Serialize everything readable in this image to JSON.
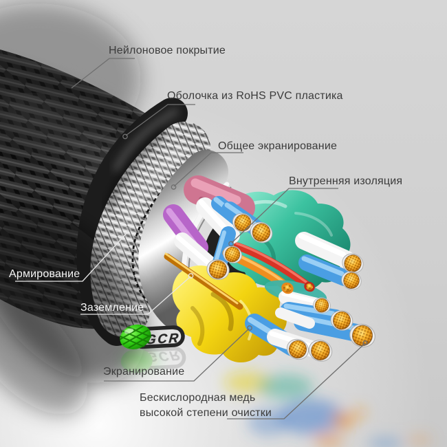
{
  "callouts": [
    {
      "id": "nylon-coating",
      "label": "Нейлоновое покрытие"
    },
    {
      "id": "pvc-jacket",
      "label": "Оболочка из RoHS PVC пластика"
    },
    {
      "id": "overall-shielding",
      "label": "Общее экранирование"
    },
    {
      "id": "inner-insulation",
      "label": "Внутренняя изоляция"
    },
    {
      "id": "armoring",
      "label": "Армирование"
    },
    {
      "id": "grounding",
      "label": "Заземление"
    },
    {
      "id": "shielding",
      "label": "Экранирование"
    },
    {
      "id": "oxygen-free-copper",
      "label": "Бескислородная медь",
      "label2": "высокой степени очистки"
    }
  ],
  "logo": {
    "text": "GCR"
  },
  "colors": {
    "background": "#d2d2d2",
    "label-dark": "#3b3b3b",
    "label-light": "#f7f7f7",
    "leader-dark": "#6f6f6f",
    "leader-light": "#e6e6e6",
    "nylon-black": "#111111",
    "pvc-black": "#1c1c1c",
    "shield-silver": "#c8c8c8",
    "foil-white": "#f5f5f5",
    "wire-pink": "#cf7591",
    "wire-purple": "#b765c9",
    "wire-teal": "#3cc2a0",
    "wire-blue": "#4a9ee3",
    "wire-white": "#f4f4f4",
    "wire-yellow": "#f3d411",
    "wire-red": "#d93425",
    "wire-orange": "#ef8e1f",
    "copper": "#f0a51a",
    "logo-green": "#2ecb12",
    "logo-dark": "#262626"
  }
}
